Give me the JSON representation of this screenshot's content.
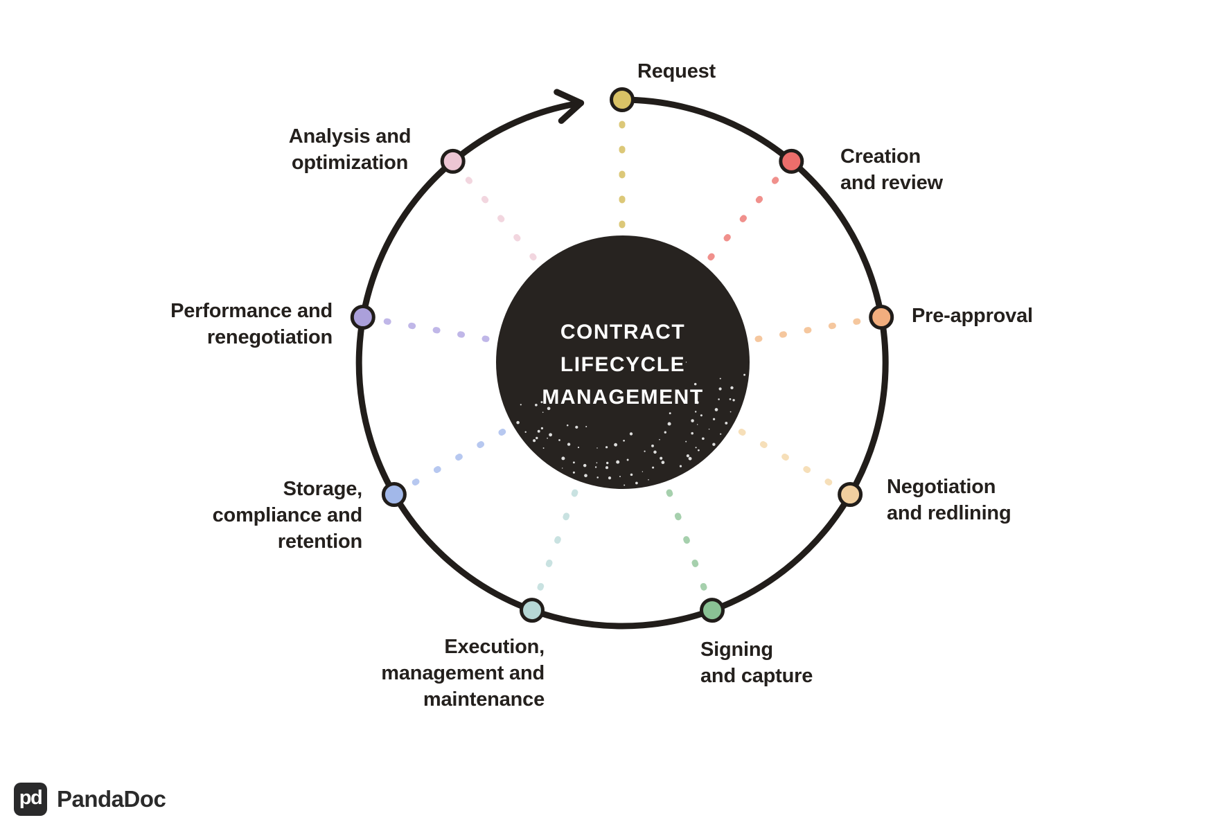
{
  "background": "#ffffff",
  "ring": {
    "stroke": "#211d1a"
  },
  "center": {
    "title": "CONTRACT\nLIFECYCLE\nMANAGEMENT",
    "fill": "#272320",
    "text_color": "#ffffff"
  },
  "stages": [
    {
      "id": "request",
      "label": "Request",
      "angle_deg": 0,
      "dot_color": "#D9C266",
      "ray_color": "#DCC878"
    },
    {
      "id": "creation",
      "label": "Creation\nand review",
      "angle_deg": 40,
      "dot_color": "#ED6E6B",
      "ray_color": "#F0908C"
    },
    {
      "id": "preapproval",
      "label": "Pre-approval",
      "angle_deg": 80,
      "dot_color": "#F2AE7E",
      "ray_color": "#F5C79E"
    },
    {
      "id": "negotiation",
      "label": "Negotiation\nand redlining",
      "angle_deg": 120,
      "dot_color": "#F1CF9F",
      "ray_color": "#F6DFB9"
    },
    {
      "id": "signing",
      "label": "Signing\nand capture",
      "angle_deg": 160,
      "dot_color": "#8AC294",
      "ray_color": "#A6D0AD"
    },
    {
      "id": "execution",
      "label": "Execution,\nmanagement and\nmaintenance",
      "angle_deg": 200,
      "dot_color": "#B6D7D5",
      "ray_color": "#C9E2E1"
    },
    {
      "id": "storage",
      "label": "Storage,\ncompliance and\nretention",
      "angle_deg": 240,
      "dot_color": "#A2B8E9",
      "ray_color": "#B7C8F0"
    },
    {
      "id": "performance",
      "label": "Performance and\nrenegotiation",
      "angle_deg": 280,
      "dot_color": "#ABA0DB",
      "ray_color": "#C0B7E8"
    },
    {
      "id": "analysis",
      "label": "Analysis and\noptimization",
      "angle_deg": 320,
      "dot_color": "#EDC6D4",
      "ray_color": "#F2D6DF"
    }
  ],
  "footer": {
    "brand": "PandaDoc",
    "logo_glyph": "pd",
    "logo_bg": "#2a2a2b"
  }
}
